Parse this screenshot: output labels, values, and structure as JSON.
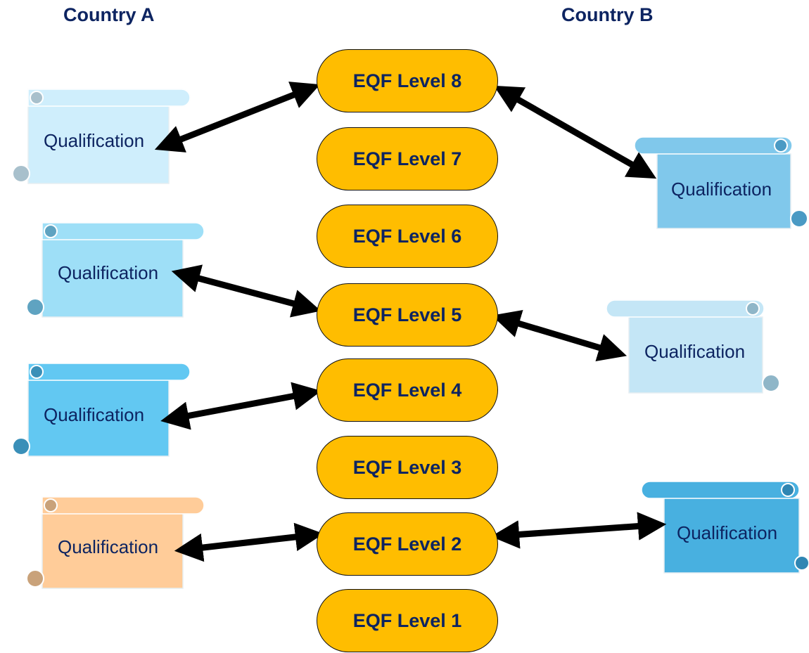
{
  "countries": {
    "a": "Country A",
    "b": "Country B"
  },
  "levels": [
    "EQF Level 8",
    "EQF Level 7",
    "EQF Level 6",
    "EQF Level 5",
    "EQF Level 4",
    "EQF Level 3",
    "EQF Level 2",
    "EQF Level 1"
  ],
  "qualifications": [
    {
      "country": "A",
      "label": "Qualification",
      "color": "#cfeefc",
      "curl": "#a8c0cc",
      "level": "EQF Level 8"
    },
    {
      "country": "A",
      "label": "Qualification",
      "color": "#9edff7",
      "curl": "#5fa3c1",
      "level": "EQF Level 5"
    },
    {
      "country": "A",
      "label": "Qualification",
      "color": "#62c8f2",
      "curl": "#3a8fb8",
      "level": "EQF Level 4"
    },
    {
      "country": "A",
      "label": "Qualification",
      "color": "#ffcc99",
      "curl": "#c9a27a",
      "level": "EQF Level 2"
    },
    {
      "country": "B",
      "label": "Qualification",
      "color": "#80c8eb",
      "curl": "#4a9ac4",
      "level": "EQF Level 8"
    },
    {
      "country": "B",
      "label": "Qualification",
      "color": "#c4e6f6",
      "curl": "#8fb6c8",
      "level": "EQF Level 5"
    },
    {
      "country": "B",
      "label": "Qualification",
      "color": "#48b0e0",
      "curl": "#2f86b3",
      "level": "EQF Level 2"
    }
  ]
}
